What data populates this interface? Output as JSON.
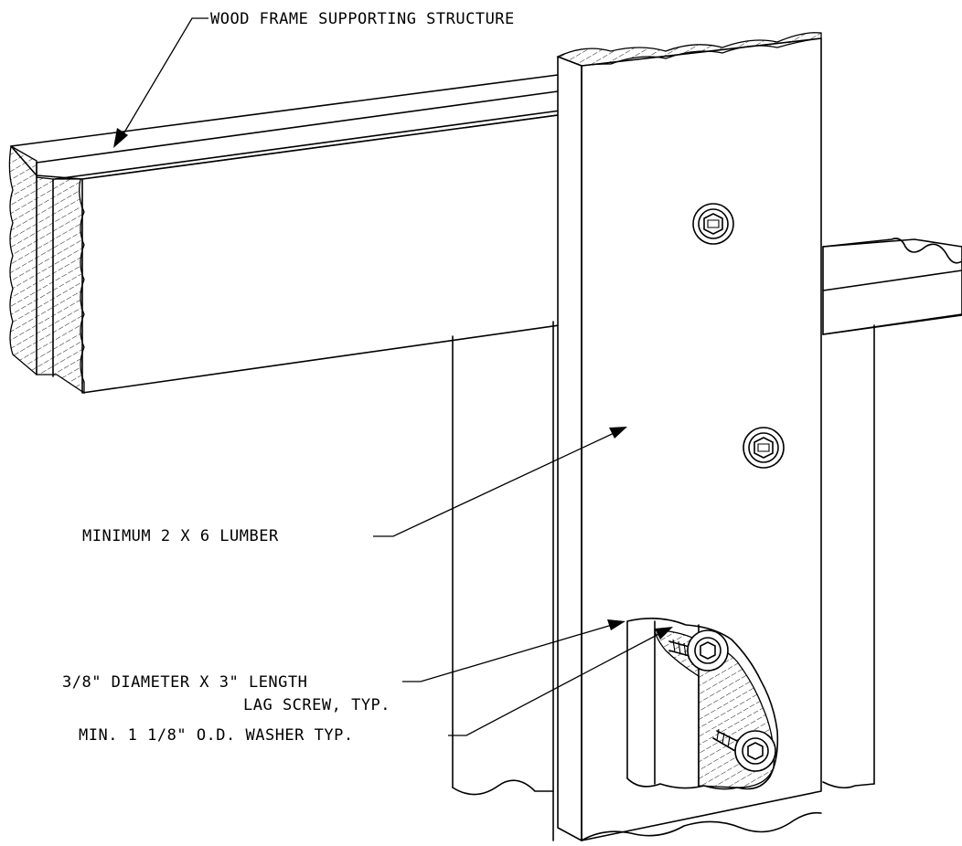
{
  "labels": {
    "supporting_structure": "WOOD FRAME SUPPORTING STRUCTURE",
    "lumber": "MINIMUM 2 X 6 LUMBER",
    "lag_screw_line1": "3/8\" DIAMETER X 3\" LENGTH",
    "lag_screw_line2": "LAG SCREW, TYP.",
    "washer": "MIN. 1 1/8\" O.D. WASHER TYP."
  },
  "colors": {
    "ink": "#000000",
    "paper": "#ffffff"
  },
  "icons": {
    "screw_head": "hex-socket-head-icon"
  }
}
